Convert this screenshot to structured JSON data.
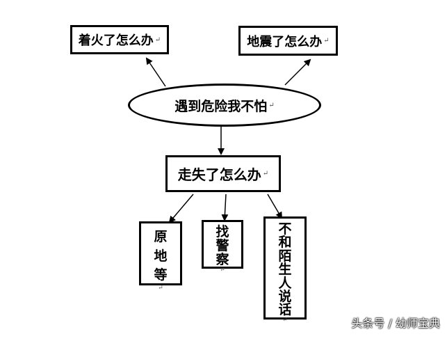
{
  "center": {
    "label": "遇到危险我不怕",
    "mark": "↵"
  },
  "top_left": {
    "label": "着火了怎么办",
    "mark": "↵"
  },
  "top_right": {
    "label": "地震了怎么办",
    "mark": "↵"
  },
  "middle": {
    "label": "走失了怎么办",
    "mark": "↵"
  },
  "leaves": [
    {
      "label": "原地等",
      "mark": "↵"
    },
    {
      "label": "找警察",
      "mark": "↵"
    },
    {
      "label": "不和陌生人说话",
      "mark": "↵"
    }
  ],
  "watermark": "头条号 / 幼师宝典"
}
